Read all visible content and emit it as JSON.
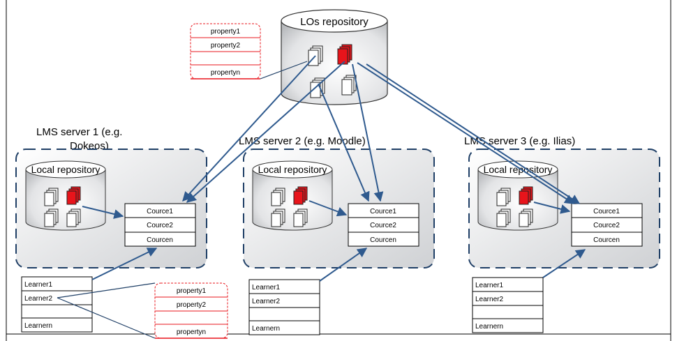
{
  "lo_repository": {
    "title": "LOs repository"
  },
  "lo_properties": [
    "property1",
    "property2",
    "",
    "propertyn"
  ],
  "learner_properties": [
    "property1",
    "property2",
    "",
    "propertyn"
  ],
  "servers": [
    {
      "title_line1": "LMS server 1 (e.g.",
      "title_line2": "Dokeos)",
      "local_repository": "Local repository",
      "courses": [
        "Cource1",
        "Cource2",
        "Courcen"
      ],
      "learners": [
        "Learner1",
        "Learner2",
        "",
        "Learnern"
      ]
    },
    {
      "title_line1": "LMS server 2 (e.g. Moodle)",
      "title_line2": "",
      "local_repository": "Local repository",
      "courses": [
        "Cource1",
        "Cource2",
        "Courcen"
      ],
      "learners": [
        "Learner1",
        "Learner2",
        "",
        "Learnern"
      ]
    },
    {
      "title_line1": "LMS server 3 (e.g. Ilias)",
      "title_line2": "",
      "local_repository": "Local repository",
      "courses": [
        "Cource1",
        "Cource2",
        "Courcen"
      ],
      "learners": [
        "Learner1",
        "Learner2",
        "",
        "Learnern"
      ]
    }
  ],
  "colors": {
    "arrow": "#2f5a8e",
    "highlight": "#e8141b",
    "dash_border": "#1f3f66"
  }
}
